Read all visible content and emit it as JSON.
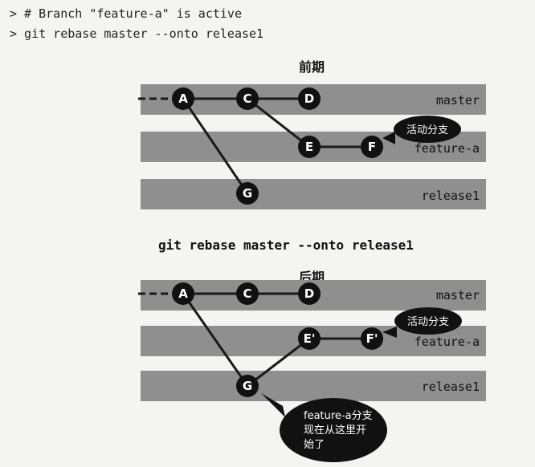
{
  "commands": {
    "line1": "> # Branch \"feature-a\" is active",
    "line2": "> git rebase master --onto release1"
  },
  "before": {
    "title": "前期",
    "branches": {
      "master": "master",
      "feature": "feature-a",
      "release": "release1"
    },
    "nodes": {
      "a": "A",
      "c": "C",
      "d": "D",
      "e": "E",
      "f": "F",
      "g": "G"
    },
    "callout": "活动分支"
  },
  "command_caption": "git rebase master --onto release1",
  "after": {
    "title": "后期",
    "branches": {
      "master": "master",
      "feature": "feature-a",
      "release": "release1"
    },
    "nodes": {
      "a": "A",
      "c": "C",
      "d": "D",
      "e": "E'",
      "f": "F'",
      "g": "G"
    },
    "callout": "活动分支",
    "note_lines": [
      "feature-a分支",
      "现在从这里开",
      "始了"
    ]
  },
  "colors": {
    "band": "#8f8f8f",
    "node": "#111111",
    "edge": "#1a1a1a"
  }
}
